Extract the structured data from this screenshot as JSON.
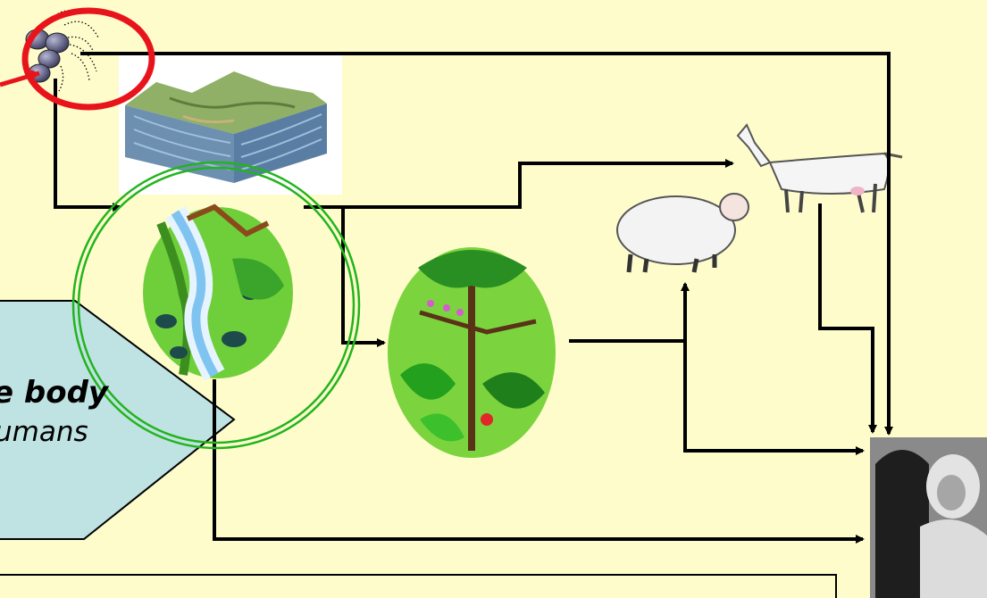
{
  "colors": {
    "background": "#fffccc",
    "arrow": "#000000",
    "red_circle": "#e8141b",
    "green_circle": "#22b41e",
    "callout_fill": "#bfe3e3"
  },
  "callout": {
    "line1": "e body",
    "line2": "umans"
  },
  "nodes": {
    "rocks": "radioactive-rock-cluster-icon",
    "terrain": "terrain-block-icon",
    "stream": "stream-icon",
    "forest": "forest-icon",
    "sheep": "sheep-icon",
    "goat": "goat-icon",
    "humans": "mother-and-child-photo"
  }
}
